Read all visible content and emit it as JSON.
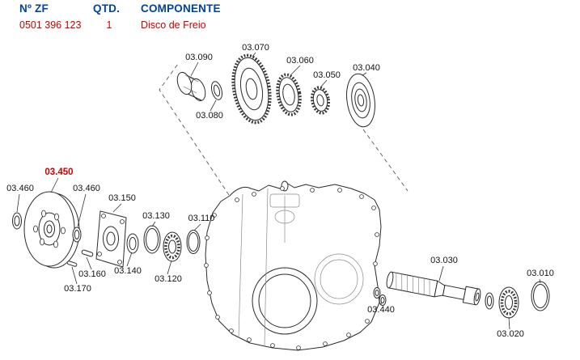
{
  "colors": {
    "header_blue": "#0042a5",
    "highlight_red": "#cc0000"
  },
  "table": {
    "headers": [
      "Nº ZF",
      "QTD.",
      "COMPONENTE"
    ],
    "row": {
      "part_number": "0501 396 123",
      "qty": "1",
      "component": "Disco de Freio"
    }
  },
  "diagram": {
    "selected_part": "03.450",
    "labels": [
      {
        "text": "03.090",
        "highlighted": false
      },
      {
        "text": "03.070",
        "highlighted": false
      },
      {
        "text": "03.060",
        "highlighted": false
      },
      {
        "text": "03.050",
        "highlighted": false
      },
      {
        "text": "03.040",
        "highlighted": false
      },
      {
        "text": "03.080",
        "highlighted": false
      },
      {
        "text": "03.450",
        "highlighted": true
      },
      {
        "text": "03.460",
        "highlighted": false
      },
      {
        "text": "03.460",
        "highlighted": false
      },
      {
        "text": "03.150",
        "highlighted": false
      },
      {
        "text": "03.130",
        "highlighted": false
      },
      {
        "text": "03.110",
        "highlighted": false
      },
      {
        "text": "03.160",
        "highlighted": false
      },
      {
        "text": "03.140",
        "highlighted": false
      },
      {
        "text": "03.120",
        "highlighted": false
      },
      {
        "text": "03.170",
        "highlighted": false
      },
      {
        "text": "03.030",
        "highlighted": false
      },
      {
        "text": "03.010",
        "highlighted": false
      },
      {
        "text": "03.440",
        "highlighted": false
      },
      {
        "text": "03.020",
        "highlighted": false
      }
    ]
  }
}
